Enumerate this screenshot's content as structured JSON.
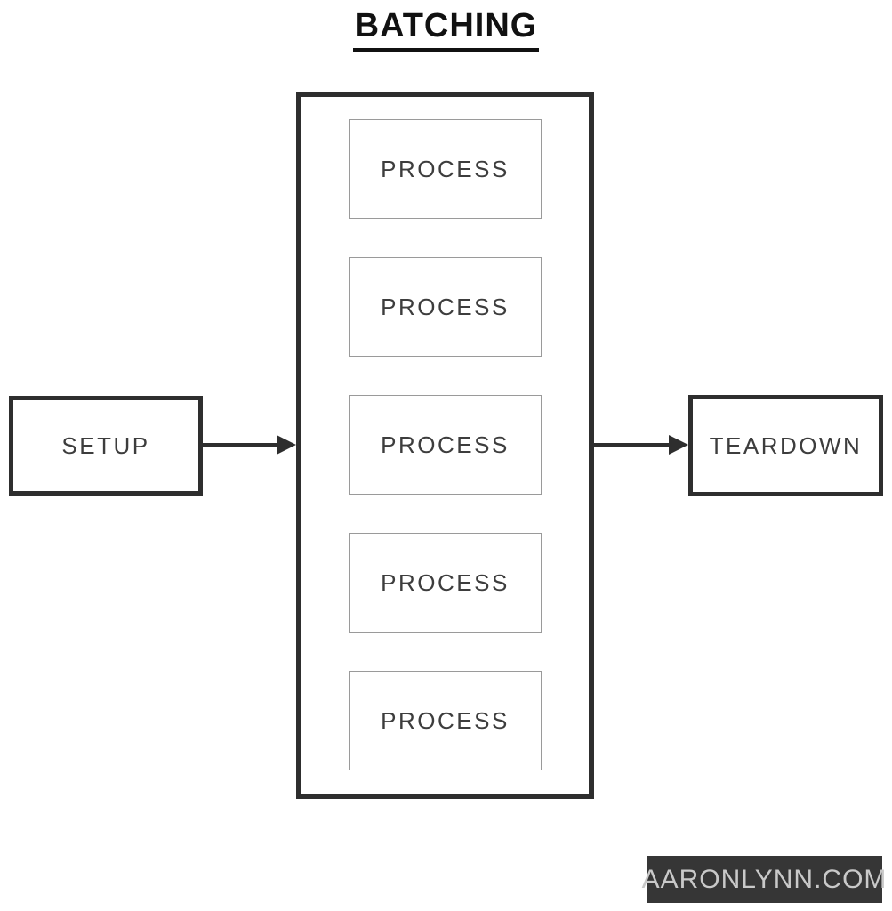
{
  "diagram": {
    "title": "BATCHING",
    "setup": {
      "label": "SETUP"
    },
    "teardown": {
      "label": "TEARDOWN"
    },
    "batch": {
      "processes": [
        {
          "label": "PROCESS"
        },
        {
          "label": "PROCESS"
        },
        {
          "label": "PROCESS"
        },
        {
          "label": "PROCESS"
        },
        {
          "label": "PROCESS"
        }
      ]
    },
    "colors": {
      "line": "#2e2e2e",
      "process_border": "#9a9a9a",
      "label_text": "#3d3d3d",
      "title_text": "#111111"
    }
  },
  "watermark": {
    "label": "AARONLYNN.COM",
    "bg": "#363636",
    "fg": "#c9c9c9"
  }
}
